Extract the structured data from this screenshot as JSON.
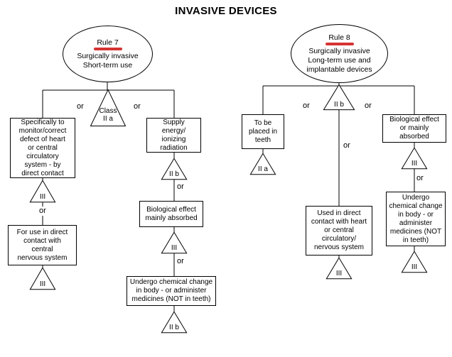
{
  "title": "INVASIVE DEVICES",
  "or_label": "or",
  "colors": {
    "underline_red": "#d63333"
  },
  "rule7": {
    "name": "Rule 7",
    "desc": "Surgically invasive\nShort-term use",
    "root_class": "Class\nII a",
    "branch_monitor": {
      "box1": "Specifically to\nmonitor/correct\ndefect of heart\nor central\ncirculatory\nsystem - by\ndirect contact",
      "class1": "III",
      "box2": "For use in direct\ncontact with\ncentral\nnervous system",
      "class2": "III"
    },
    "branch_energy": {
      "box1": "Supply\nenergy/\nionizing\nradiation",
      "class1": "II b",
      "box2": "Biological effect\nmainly absorbed",
      "class2": "III",
      "box3": "Undergo chemical change\nin body - or administer\nmedicines (NOT in teeth)",
      "class3": "II b"
    }
  },
  "rule8": {
    "name": "Rule 8",
    "desc": "Surgically invasive\nLong-term use and\nimplantable devices",
    "root_class": "II b",
    "branch_teeth": {
      "box1": "To be\nplaced in\nteeth",
      "class1": "II a"
    },
    "branch_heart": {
      "box1": "Used in direct\ncontact with heart\nor central\ncirculatory/\nnervous system",
      "class1": "III"
    },
    "branch_bio": {
      "box1": "Biological effect\nor mainly\nabsorbed",
      "class1": "III",
      "box2": "Undergo\nchemical change\nin body - or\nadminister\nmedicines (NOT\nin teeth)",
      "class2": "III"
    }
  }
}
